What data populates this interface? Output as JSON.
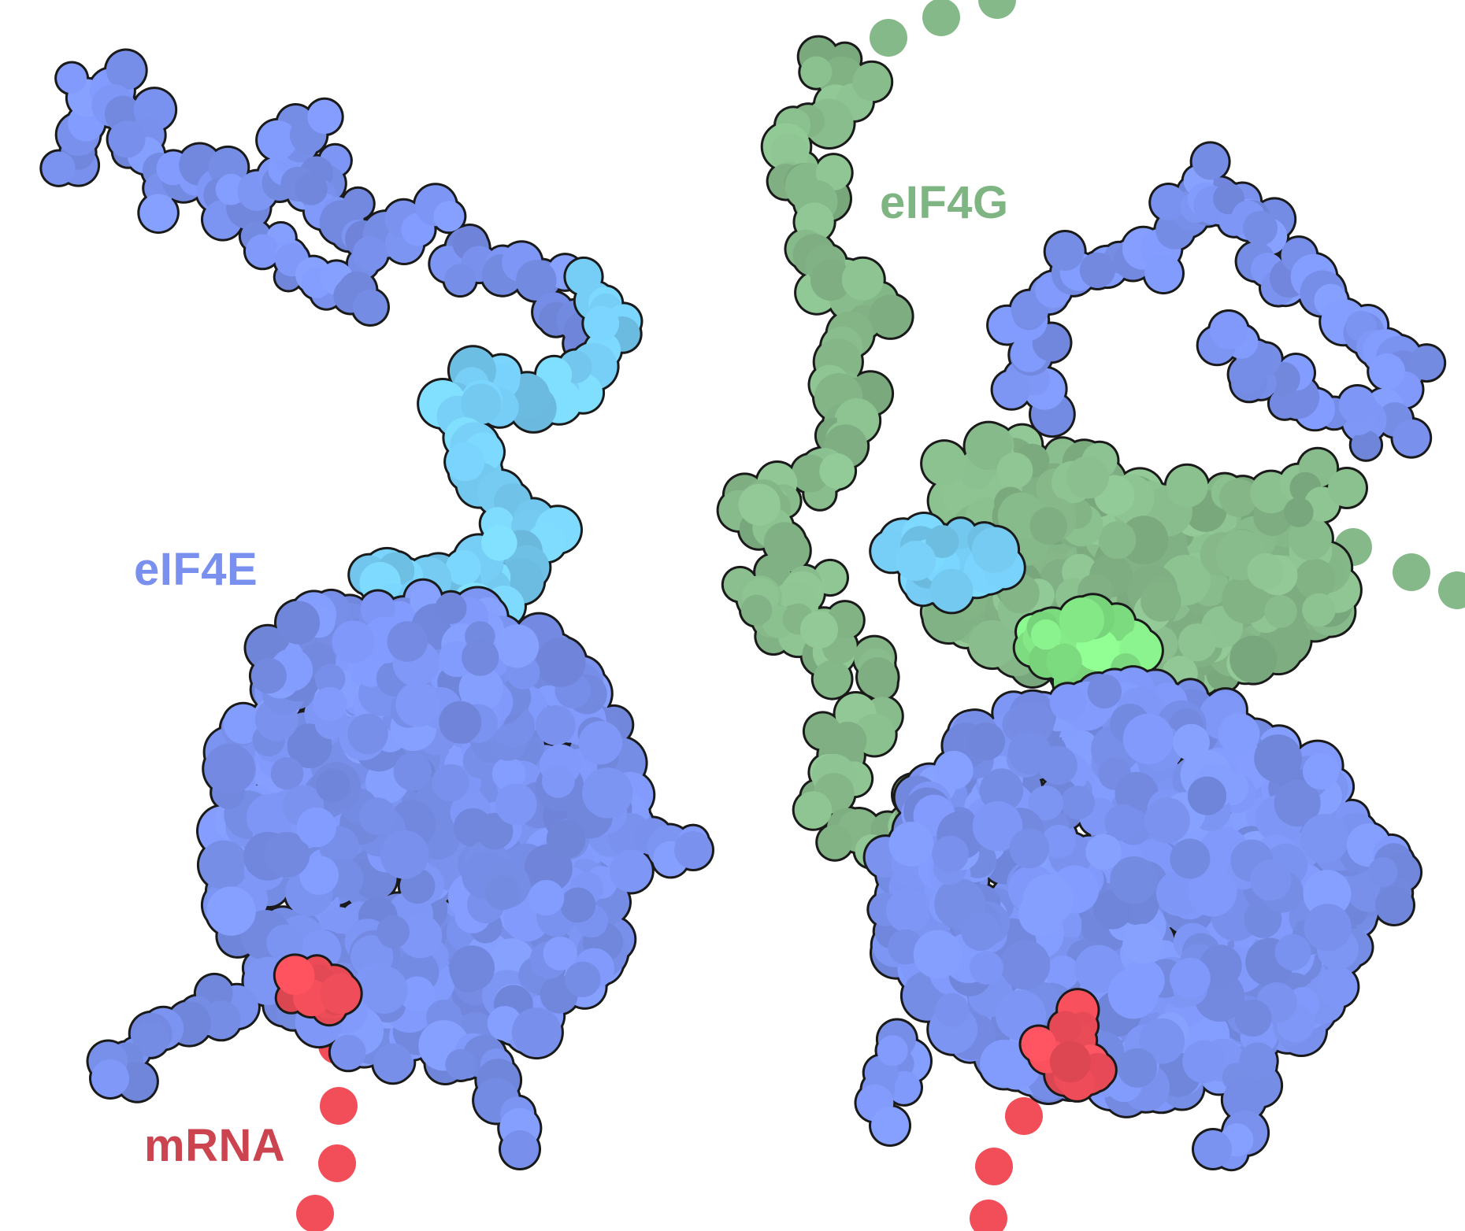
{
  "labels": {
    "eif4e": "eIF4E",
    "eif4g": "eIF4G",
    "mrna": "mRNA"
  },
  "colors": {
    "eif4e": "#7b93f0",
    "eif4e_label": "#7a90ee",
    "eif4e_highlight": "#76cdf5",
    "eif4g": "#86b98a",
    "eif4g_label": "#7fb583",
    "eif4g_highlight": "#85ea88",
    "mrna": "#f24e5a",
    "mrna_label": "#cc4450",
    "outline": "#1a1a1a"
  },
  "panels": [
    {
      "id": "eif4e-alone",
      "components": [
        "eIF4E",
        "mRNA"
      ]
    },
    {
      "id": "eif4e-eif4g-complex",
      "components": [
        "eIF4E",
        "eIF4G",
        "mRNA"
      ]
    }
  ]
}
